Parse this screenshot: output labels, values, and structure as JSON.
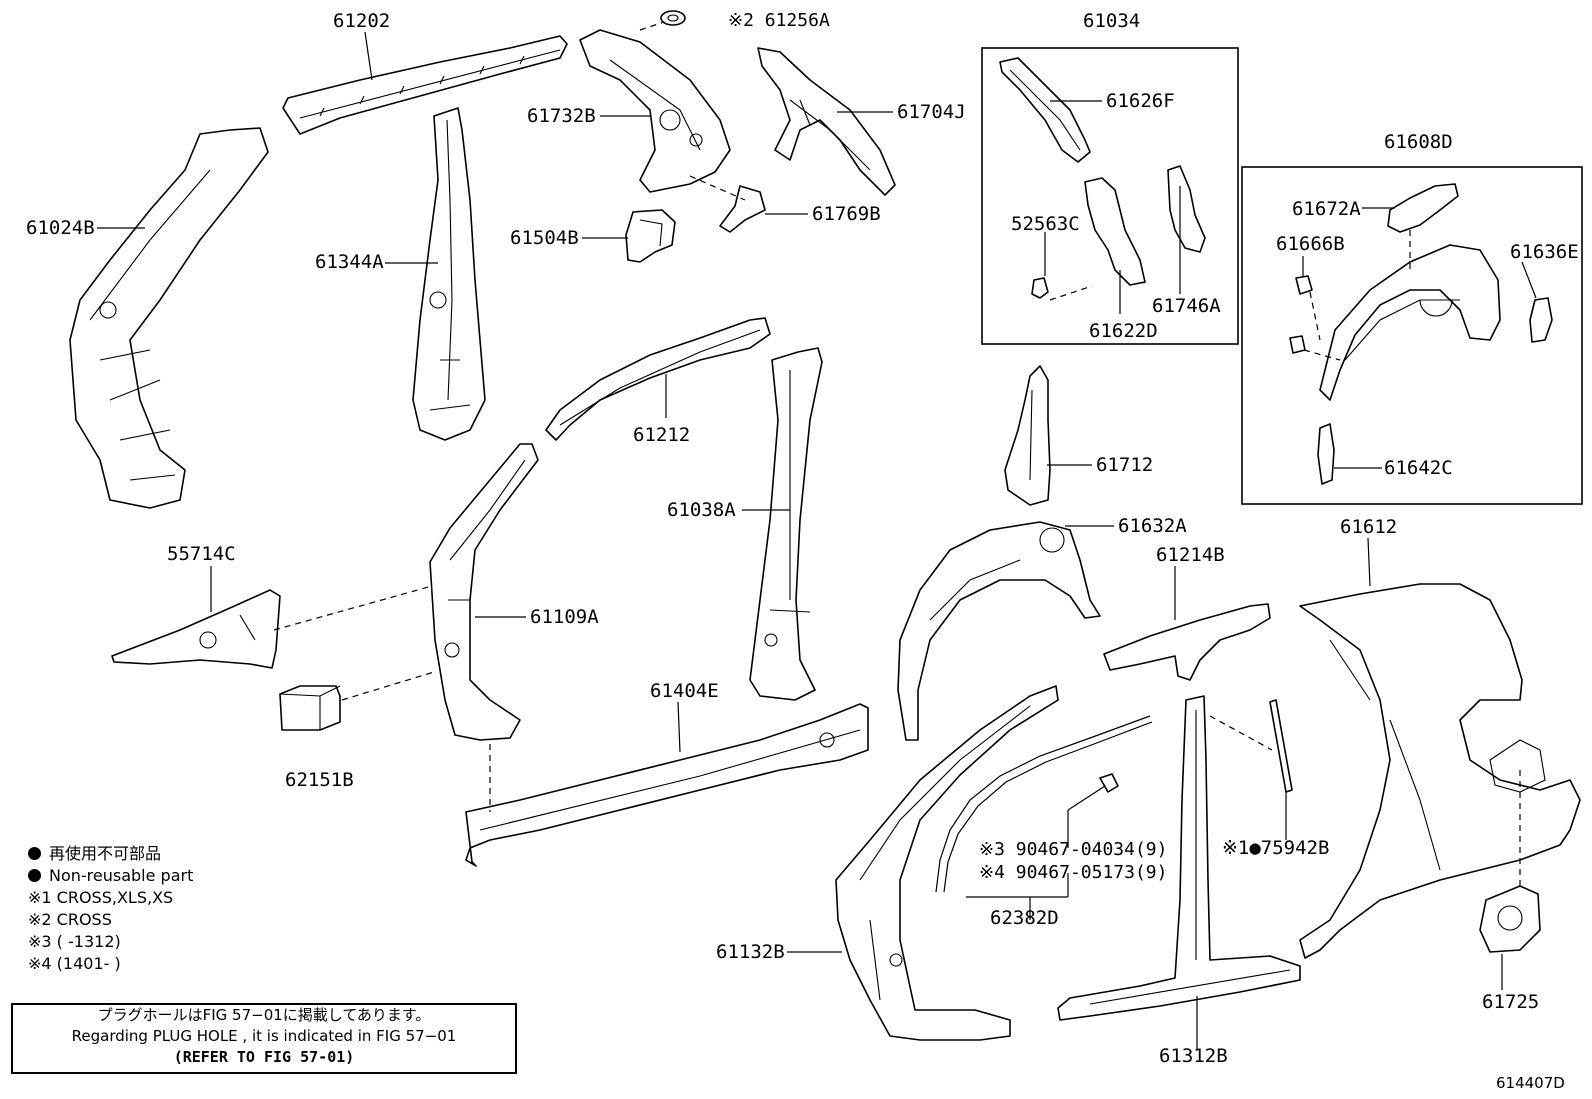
{
  "parts": {
    "p61202": "61202",
    "p61256A": "※2 61256A",
    "p61034": "61034",
    "p61732B": "61732B",
    "p61704J": "61704J",
    "p61626F": "61626F",
    "p61024B": "61024B",
    "p61344A": "61344A",
    "p61504B": "61504B",
    "p61769B": "61769B",
    "p52563C": "52563C",
    "p61746A": "61746A",
    "p61622D": "61622D",
    "p61608D": "61608D",
    "p61672A": "61672A",
    "p61666B": "61666B",
    "p61636E": "61636E",
    "p61642C": "61642C",
    "p61212": "61212",
    "p61038A": "61038A",
    "p61712": "61712",
    "p61632A": "61632A",
    "p61612": "61612",
    "p55714C": "55714C",
    "p61109A": "61109A",
    "p61214B": "61214B",
    "p62151B": "62151B",
    "p61404E": "61404E",
    "p90467a": "※3 90467-04034(9)",
    "p90467b": "※4 90467-05173(9)",
    "p75942B": "※1●75942B",
    "p62382D": "62382D",
    "p61132B": "61132B",
    "p61725": "61725",
    "p61312B": "61312B"
  },
  "legend": {
    "jp": "再使用不可部品",
    "en": "Non-reusable part",
    "n1": "※1 CROSS,XLS,XS",
    "n2": "※2 CROSS",
    "n3": "※3 (      -1312)",
    "n4": "※4 (1401-      )"
  },
  "note": {
    "jp": "プラグホールはFIG 57−01に掲載してあります。",
    "en": "Regarding  PLUG HOLE , it is indicated in  FIG  57−01",
    "ref": "(REFER TO FIG 57-01)"
  },
  "figure_id": "614407D"
}
